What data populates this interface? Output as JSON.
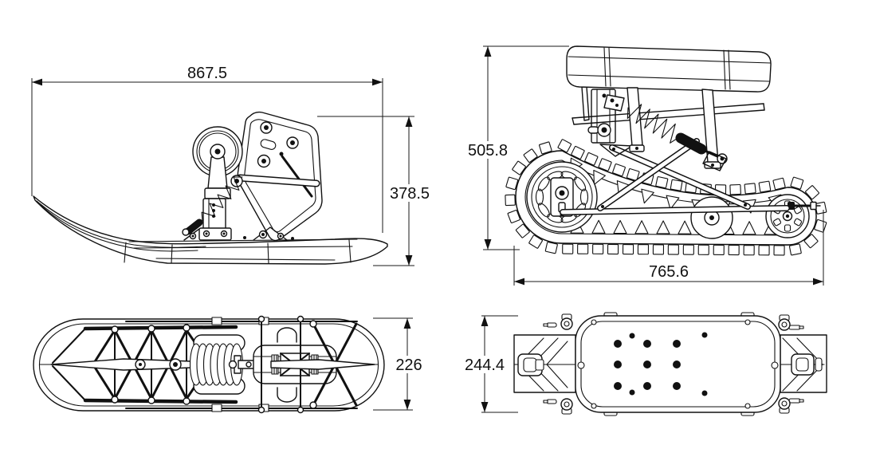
{
  "canvas": {
    "background": "#ffffff",
    "line_color": "#111111",
    "text_color": "#111111"
  },
  "views": {
    "ski_side": {
      "dimensions": {
        "length": {
          "label": "867.5"
        },
        "height": {
          "label": "378.5"
        }
      }
    },
    "track_side": {
      "dimensions": {
        "height": {
          "label": "505.8"
        },
        "length": {
          "label": "765.6"
        }
      }
    },
    "ski_top": {
      "dimensions": {
        "width": {
          "label": "226"
        }
      }
    },
    "track_top": {
      "dimensions": {
        "width": {
          "label": "244.4"
        }
      }
    }
  }
}
